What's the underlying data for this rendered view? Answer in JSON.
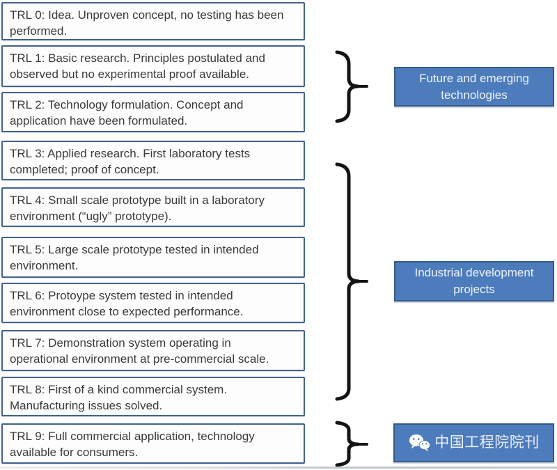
{
  "figure": {
    "trl_boxes": [
      "TRL 0: Idea. Unproven concept, no testing has been\nperformed.",
      "TRL 1: Basic research. Principles postulated and\nobserved but no experimental proof available.",
      "TRL 2: Technology formulation. Concept and\napplication have been formulated.",
      "TRL 3: Applied research. First laboratory tests\ncompleted; proof of concept.",
      "TRL 4: Small scale prototype built in a laboratory\nenvironment (“ugly” prototype).",
      "TRL 5: Large scale prototype tested in intended\nenvironment.",
      "TRL 6: Protoype system tested in intended\nenvironment close to expected performance.",
      "TRL 7: Demonstration system operating in\noperational environment at pre-commercial scale.",
      "TRL 8: First of a kind commercial system.\nManufacturing issues solved.",
      "TRL 9: Full commercial application, technology\navailable for consumers."
    ],
    "group_labels": {
      "future_emerging": "Future and emerging\ntechnologies",
      "industrial_development": "Industrial development\nprojects"
    },
    "watermark": {
      "icon": "wechat-icon",
      "text": "中国工程院院刊"
    },
    "colors": {
      "trl_box_border": "#44618e",
      "group_box_fill": "#4d7cbd",
      "group_box_border": "#34598b",
      "brace": "#141414",
      "body_text": "#3a3a3a",
      "group_text": "#eef3fa"
    }
  }
}
